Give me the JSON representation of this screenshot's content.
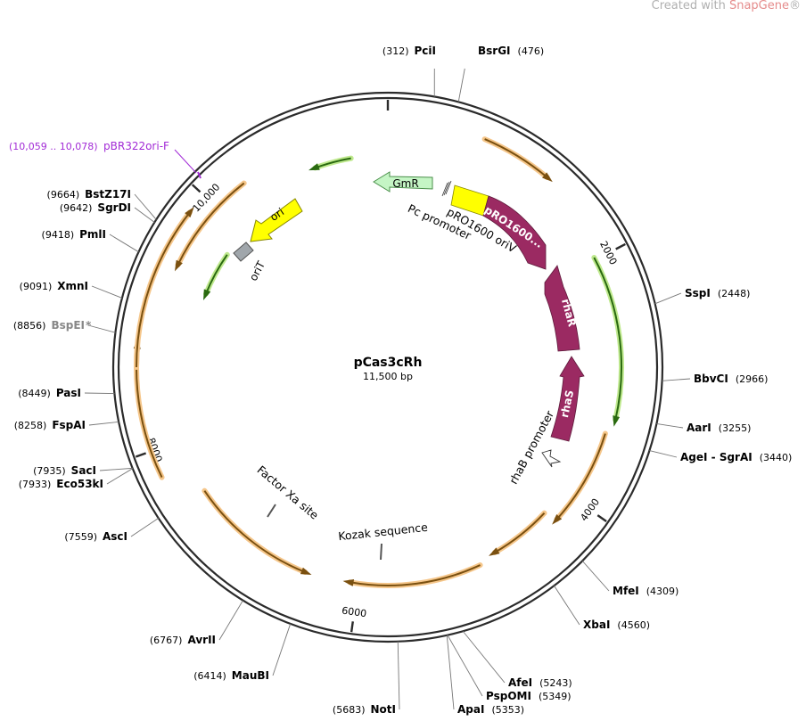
{
  "watermark": {
    "prefix": "Created with ",
    "brand": "SnapGene",
    "mark": "®"
  },
  "plasmid": {
    "name": "pCas3cRh",
    "size_label": "11,500 bp",
    "length": 11500
  },
  "ruler_ticks": [
    {
      "bp": 0,
      "label": ""
    },
    {
      "bp": 2000,
      "label": "2000"
    },
    {
      "bp": 4000,
      "label": "4000"
    },
    {
      "bp": 6000,
      "label": "6000"
    },
    {
      "bp": 8000,
      "label": "8000"
    },
    {
      "bp": 10000,
      "label": "10,000"
    }
  ],
  "restriction_sites": [
    {
      "name": "PciI",
      "position_label": "(312)",
      "bp": 312
    },
    {
      "name": "BsrGI",
      "position_label": "(476)",
      "bp": 476
    },
    {
      "name": "SspI",
      "position_label": "(2448)",
      "bp": 2448
    },
    {
      "name": "BbvCI",
      "position_label": "(2966)",
      "bp": 2966
    },
    {
      "name": "AarI",
      "position_label": "(3255)",
      "bp": 3255
    },
    {
      "name": "AgeI  - SgrAI",
      "position_label": "(3440)",
      "bp": 3440
    },
    {
      "name": "MfeI",
      "position_label": "(4309)",
      "bp": 4309
    },
    {
      "name": "XbaI",
      "position_label": "(4560)",
      "bp": 4560
    },
    {
      "name": "AfeI",
      "position_label": "(5243)",
      "bp": 5243
    },
    {
      "name": "PspOMI",
      "position_label": "(5349)",
      "bp": 5349
    },
    {
      "name": "ApaI",
      "position_label": "(5353)",
      "bp": 5353
    },
    {
      "name": "NotI",
      "position_label": "(5683)",
      "bp": 5683
    },
    {
      "name": "MauBI",
      "position_label": "(6414)",
      "bp": 6414
    },
    {
      "name": "AvrII",
      "position_label": "(6767)",
      "bp": 6767
    },
    {
      "name": "AscI",
      "position_label": "(7559)",
      "bp": 7559
    },
    {
      "name": "Eco53kI",
      "position_label": "(7933)",
      "bp": 7933
    },
    {
      "name": "SacI",
      "position_label": "(7935)",
      "bp": 7935
    },
    {
      "name": "FspAI",
      "position_label": "(8258)",
      "bp": 8258
    },
    {
      "name": "PasI",
      "position_label": "(8449)",
      "bp": 8449
    },
    {
      "name": "BspEI",
      "position_label": "(8856)",
      "bp": 8856,
      "suffix": " *",
      "color": "#888888"
    },
    {
      "name": "XmnI",
      "position_label": "(9091)",
      "bp": 9091
    },
    {
      "name": "PmlI",
      "position_label": "(9418)",
      "bp": 9418
    },
    {
      "name": "SgrDI",
      "position_label": "(9642)",
      "bp": 9642
    },
    {
      "name": "BstZ17I",
      "position_label": "(9664)",
      "bp": 9664
    }
  ],
  "primer": {
    "name": "pBR322ori-F",
    "position_label": "(10,059 .. 10,078)",
    "bp": 10068,
    "color": "#a22bd6"
  },
  "features": [
    {
      "name": "GmR",
      "label": "GmR",
      "type": "arrow",
      "color": "#c5f5c5",
      "stroke": "#4a8f4a",
      "text_color": "#000000"
    },
    {
      "name": "pRO1600-oriV",
      "label": "pRO1600...",
      "type": "arc",
      "color": "#9b2a62",
      "text_color": "#ffffff"
    },
    {
      "name": "rhaR",
      "label": "rhaR",
      "type": "arc",
      "color": "#9b2a62",
      "text_color": "#ffffff"
    },
    {
      "name": "rhaS",
      "label": "rhaS",
      "type": "arc",
      "color": "#9b2a62",
      "text_color": "#ffffff"
    },
    {
      "name": "ori",
      "label": "ori",
      "type": "arrow",
      "color": "#ffff00",
      "text_color": "#000000"
    },
    {
      "name": "oriT",
      "label": "oriT",
      "type": "box",
      "color": "#a0a6ab",
      "text_color": "#000000"
    }
  ],
  "plain_labels": [
    {
      "name": "pRO1600-oriV-label",
      "text": "pRO1600 oriV"
    },
    {
      "name": "pc-promoter-label",
      "text": "Pc promoter"
    },
    {
      "name": "rhab-promoter-label",
      "text": "rhaB promoter"
    },
    {
      "name": "factor-xa-label",
      "text": "Factor Xa site"
    },
    {
      "name": "kozak-label",
      "text": "Kozak sequence"
    }
  ],
  "colors": {
    "orf_orange": "#f0a33a",
    "orf_green": "#86d640",
    "backbone": "#2b2b2b",
    "feature_magenta": "#9b2a62"
  }
}
